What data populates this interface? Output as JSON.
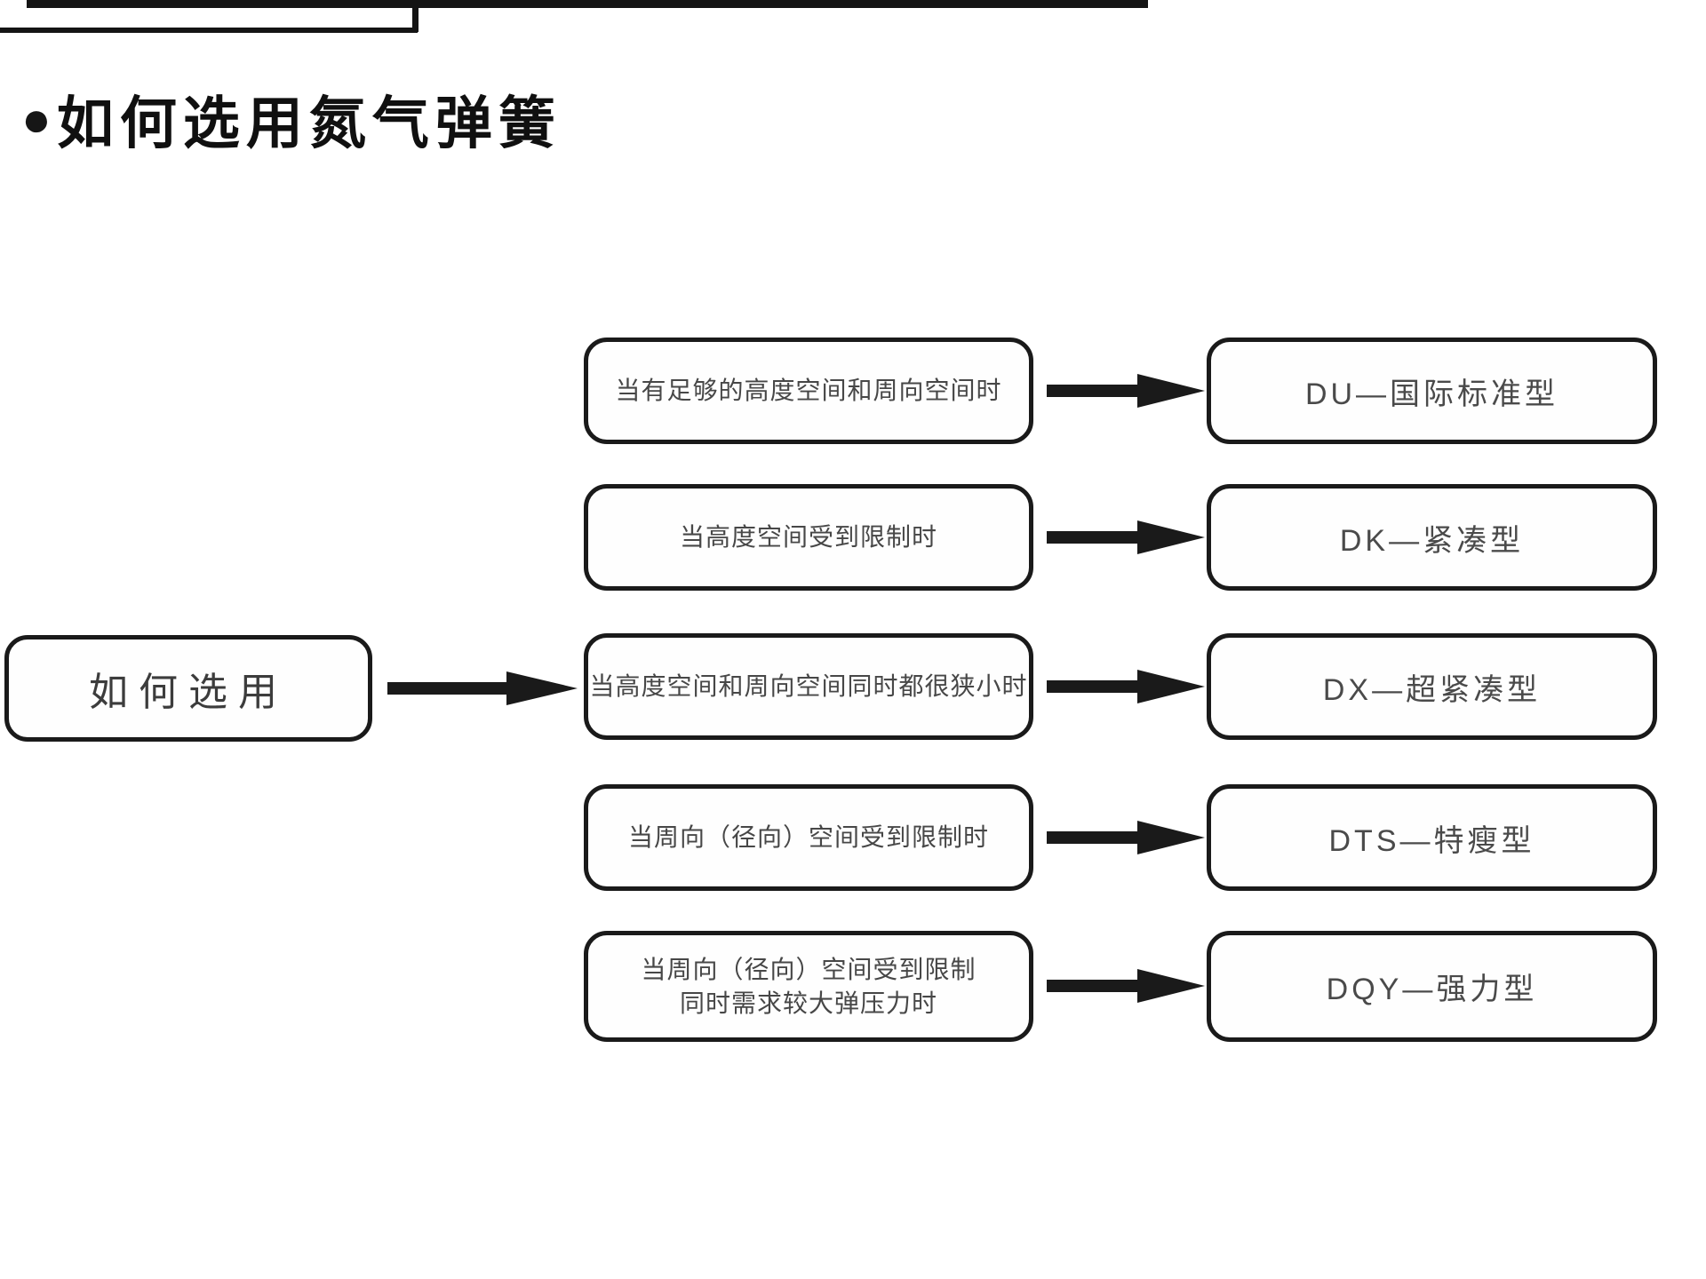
{
  "header": {
    "bullet": "●",
    "title": "如何选用氮气弹簧"
  },
  "flowchart": {
    "root_label": "如何选用",
    "rows": [
      {
        "condition": "当有足够的高度空间和周向空间时",
        "condition_line2": "",
        "result": "DU—国际标准型"
      },
      {
        "condition": "当高度空间受到限制时",
        "condition_line2": "",
        "result": "DK—紧凑型"
      },
      {
        "condition": "当高度空间和周向空间同时都很狭小时",
        "condition_line2": "",
        "result": "DX—超紧凑型"
      },
      {
        "condition": "当周向（径向）空间受到限制时",
        "condition_line2": "",
        "result": "DTS—特瘦型"
      },
      {
        "condition": "当周向（径向）空间受到限制",
        "condition_line2": "同时需求较大弹压力时",
        "result": "DQY—强力型"
      }
    ]
  },
  "colors": {
    "background": "#ffffff",
    "line": "#1a1a1a",
    "box_text": "#474747",
    "title_text": "#101010"
  }
}
